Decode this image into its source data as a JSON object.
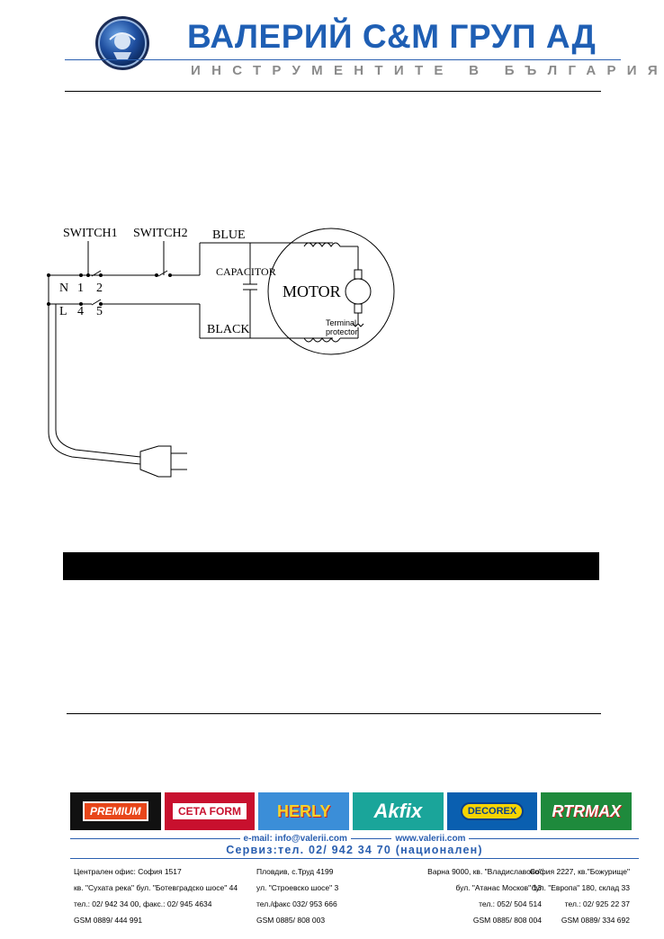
{
  "header": {
    "company_name": "ВАЛЕРИЙ С&М ГРУП АД",
    "tagline": "ИНСТРУМЕНТИТЕ В БЪЛГАРИЯ",
    "brand_color": "#1f5fb4"
  },
  "diagram": {
    "switch1": "SWITCH1",
    "switch2": "SWITCH2",
    "blue": "BLUE",
    "black": "BLACK",
    "capacitor": "CAPACITOR",
    "motor": "MOTOR",
    "terminal": "Terminal",
    "protector": "protector",
    "n": "N",
    "one": "1",
    "two": "2",
    "l": "L",
    "four": "4",
    "five": "5"
  },
  "footer": {
    "brands": [
      "PREMIUM",
      "CETA FORM",
      "HERLY",
      "Akfix",
      "DECOREX",
      "RTRMAX"
    ],
    "email": "e-mail: info@valerii.com",
    "website": "www.valerii.com",
    "service": "Сервиз:тел. 02/ 942 34 70  (национален)",
    "offices": [
      {
        "line1": "Централен офис:  София 1517",
        "line2": "кв. \"Сухата река\"  бул. \"Ботевградско шосе\" 44",
        "line3": "тел.: 02/ 942 34 00,  факс.: 02/ 945 4634",
        "line4": "GSM  0889/ 444 991"
      },
      {
        "line1": "Пловдив, с.Труд 4199",
        "line2": "ул. \"Строевско шосе\" 3",
        "line3": "тел./факс 032/ 953 666",
        "line4": "GSM  0885/ 808 003"
      },
      {
        "line1": "Варна 9000, кв. \"Владиславово\"",
        "line2": "бул. \"Атанас Москов\" 13",
        "line3": "тел.: 052/ 504 514",
        "line4": "GSM  0885/ 808 004"
      },
      {
        "line1": "София 2227, кв.\"Божурище\"",
        "line2": "бул. \"Европа\" 180, склад 33",
        "line3": "тел.: 02/ 925 22 37",
        "line4": "GSM  0889/ 334 692"
      }
    ]
  }
}
